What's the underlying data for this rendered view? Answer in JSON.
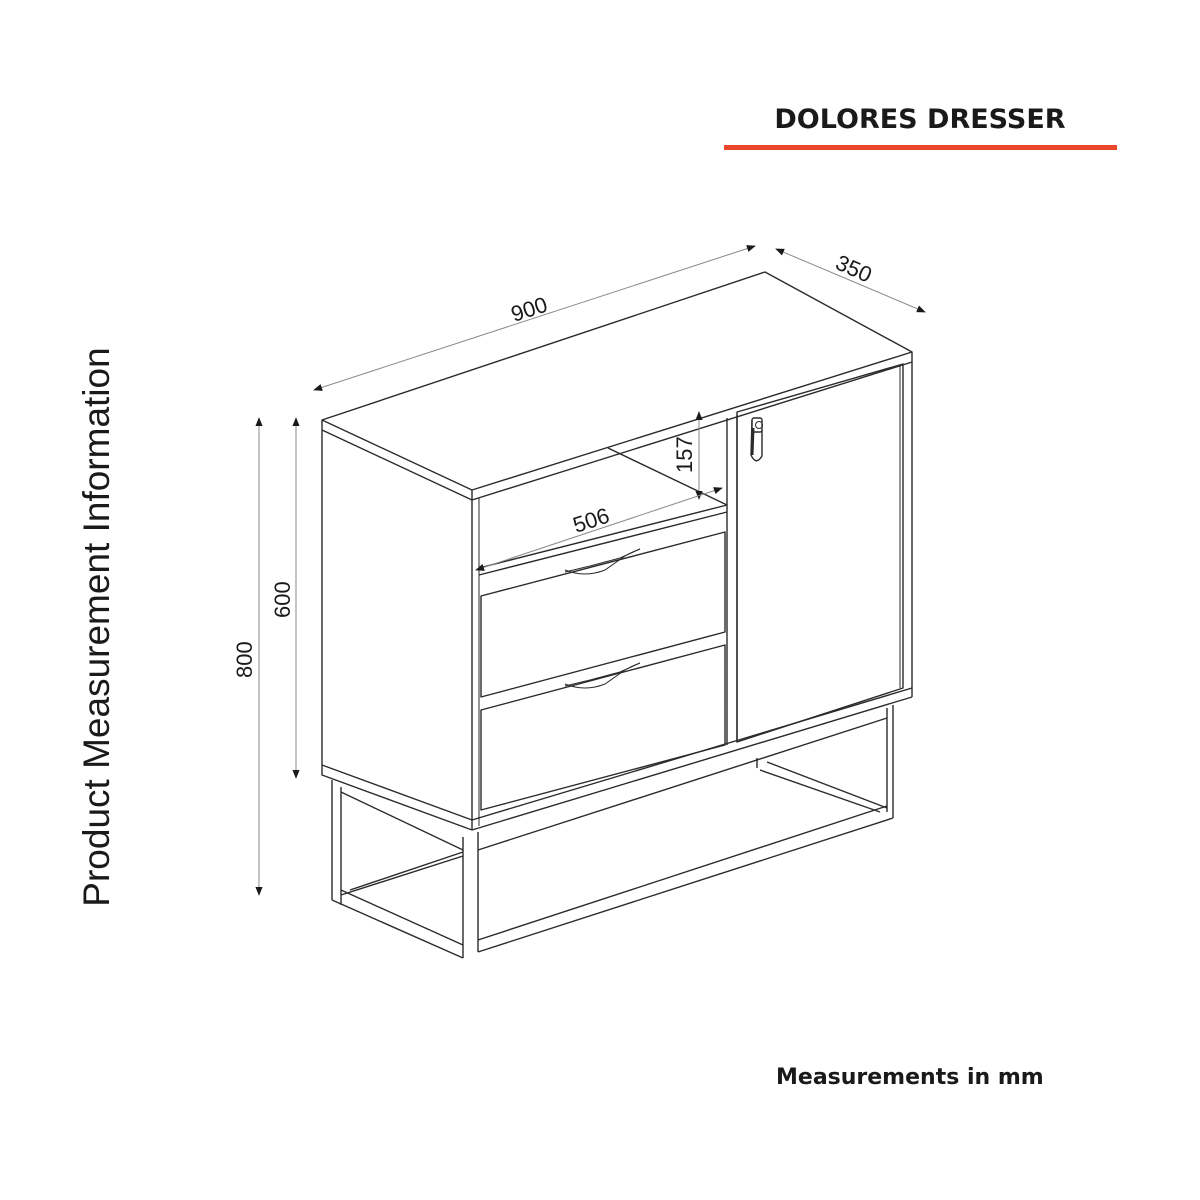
{
  "header": {
    "title": "DOLORES DRESSER",
    "accent_color": "#e8472b"
  },
  "side_label": "Product Measurement Information",
  "footer": {
    "units_note": "Measurements in mm"
  },
  "dimensions": {
    "width": "900",
    "depth": "350",
    "total_height": "800",
    "cabinet_height": "600",
    "shelf_width": "506",
    "shelf_height": "157"
  },
  "product": {
    "name": "Dolores Dresser",
    "components": [
      "top",
      "open-shelf",
      "drawer-upper",
      "drawer-lower",
      "door",
      "leather-pull",
      "metal-frame-base"
    ]
  }
}
